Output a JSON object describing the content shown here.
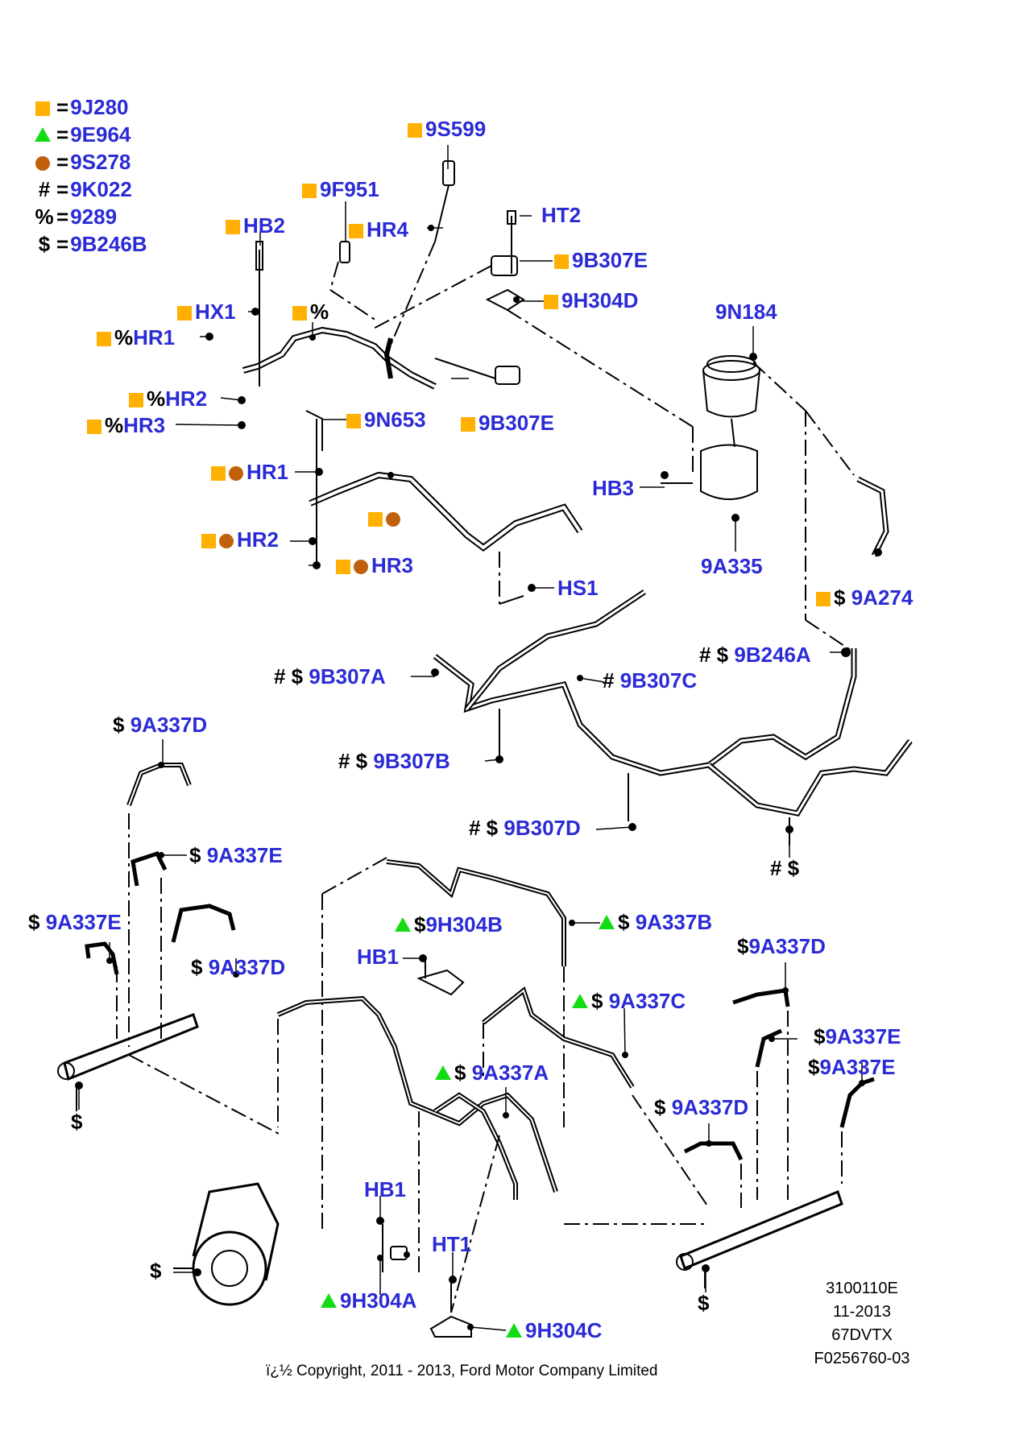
{
  "legend": [
    {
      "symbol": "square",
      "eq": "=",
      "code": "9J280"
    },
    {
      "symbol": "triangle",
      "eq": "=",
      "code": "9E964"
    },
    {
      "symbol": "circle",
      "eq": "=",
      "code": "9S278"
    },
    {
      "symbol": "#",
      "eq": "=",
      "code": "9K022"
    },
    {
      "symbol": "%",
      "eq": "=",
      "code": "9289"
    },
    {
      "symbol": "$",
      "eq": "=",
      "code": "9B246B"
    }
  ],
  "colors": {
    "square": "#ffb000",
    "triangle": "#14dc14",
    "circle": "#c0600c",
    "label": "#2b2bd6"
  },
  "labels": {
    "l9S599": "9S599",
    "l9F951": "9F951",
    "lHB2": "HB2",
    "lHR4": "HR4",
    "lHT2": "HT2",
    "l9B307E_a": "9B307E",
    "l9H304D": "9H304D",
    "lHX1": "HX1",
    "lPct": "%",
    "lHR1_pct": "HR1",
    "lHR2_pct": "HR2",
    "lHR3_pct": "HR3",
    "l9N653": "9N653",
    "l9B307E_b": "9B307E",
    "l9N184": "9N184",
    "lHB3": "HB3",
    "l9A335": "9A335",
    "lHR1_dot": "HR1",
    "lHR2_dot": "HR2",
    "lHR3_dot": "HR3",
    "lHS1": "HS1",
    "l9A274": "9A274",
    "l9B246A": "9B246A",
    "l9B307A": "9B307A",
    "l9B307C": "9B307C",
    "l9B307B": "9B307B",
    "l9B307D": "9B307D",
    "lHashDollar": "# $",
    "l9A337D_1": "9A337D",
    "l9A337E_1": "9A337E",
    "l9A337E_2": "9A337E",
    "l9A337D_2": "9A337D",
    "lDollar_1": "$",
    "l9H304B": "9H304B",
    "l9A337B": "9A337B",
    "lHB1_a": "HB1",
    "l9A337D_3": "9A337D",
    "l9A337C": "9A337C",
    "l9A337E_3": "9A337E",
    "l9A337E_4": "9A337E",
    "l9A337A": "9A337A",
    "l9A337D_4": "9A337D",
    "lHB1_b": "HB1",
    "lHT1": "HT1",
    "l9H304A": "9H304A",
    "l9H304C": "9H304C",
    "lDollar_2": "$",
    "lDollar_3": "$"
  },
  "meta": {
    "line1": "3100110E",
    "line2": "11-2013",
    "line3": "67DVTX",
    "line4": "F0256760-03"
  },
  "copyright": "ï¿½ Copyright, 2011 - 2013, Ford Motor Company Limited"
}
